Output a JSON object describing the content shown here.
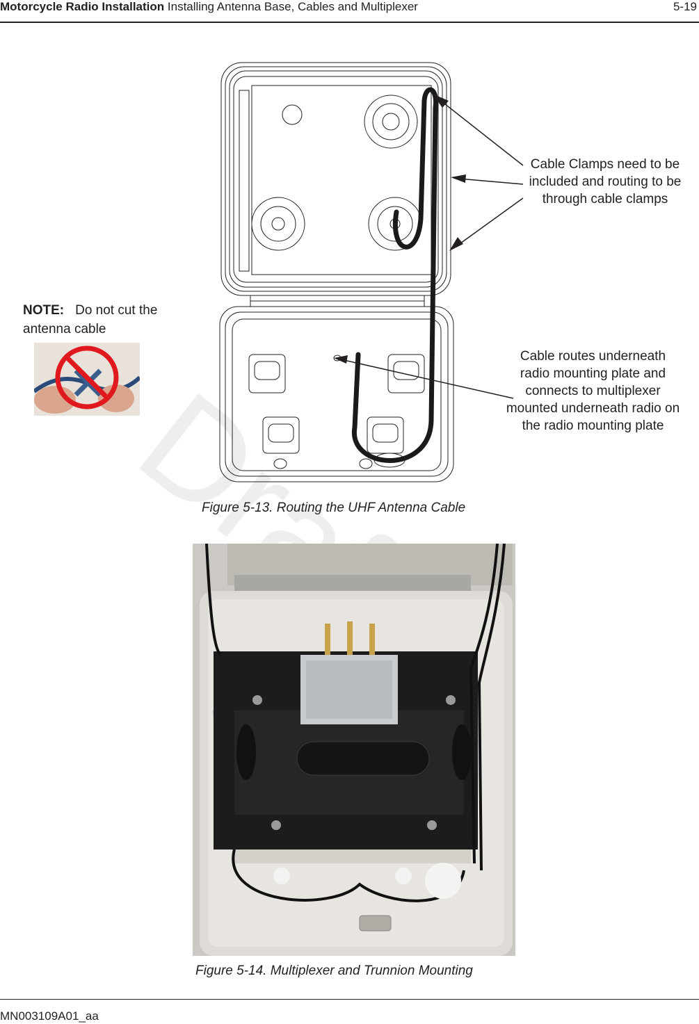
{
  "header": {
    "section_bold": "Motorcycle Radio Installation",
    "section_rest": "Installing Antenna Base, Cables and Multiplexer",
    "page_number": "5-19"
  },
  "figure1": {
    "callout_clamps": "Cable Clamps need to be included and routing to be through cable clamps",
    "callout_routes": "Cable routes underneath radio mounting plate and connects to multiplexer mounted underneath radio on the radio mounting plate",
    "caption": "Figure 5-13.  Routing the UHF Antenna Cable"
  },
  "note": {
    "label": "NOTE:",
    "text": "Do not cut the antenna cable"
  },
  "figure2": {
    "caption": "Figure 5-14.  Multiplexer and Trunnion Mounting"
  },
  "watermark": "Draft",
  "footer": {
    "doc_number": "MN003109A01_aa"
  }
}
